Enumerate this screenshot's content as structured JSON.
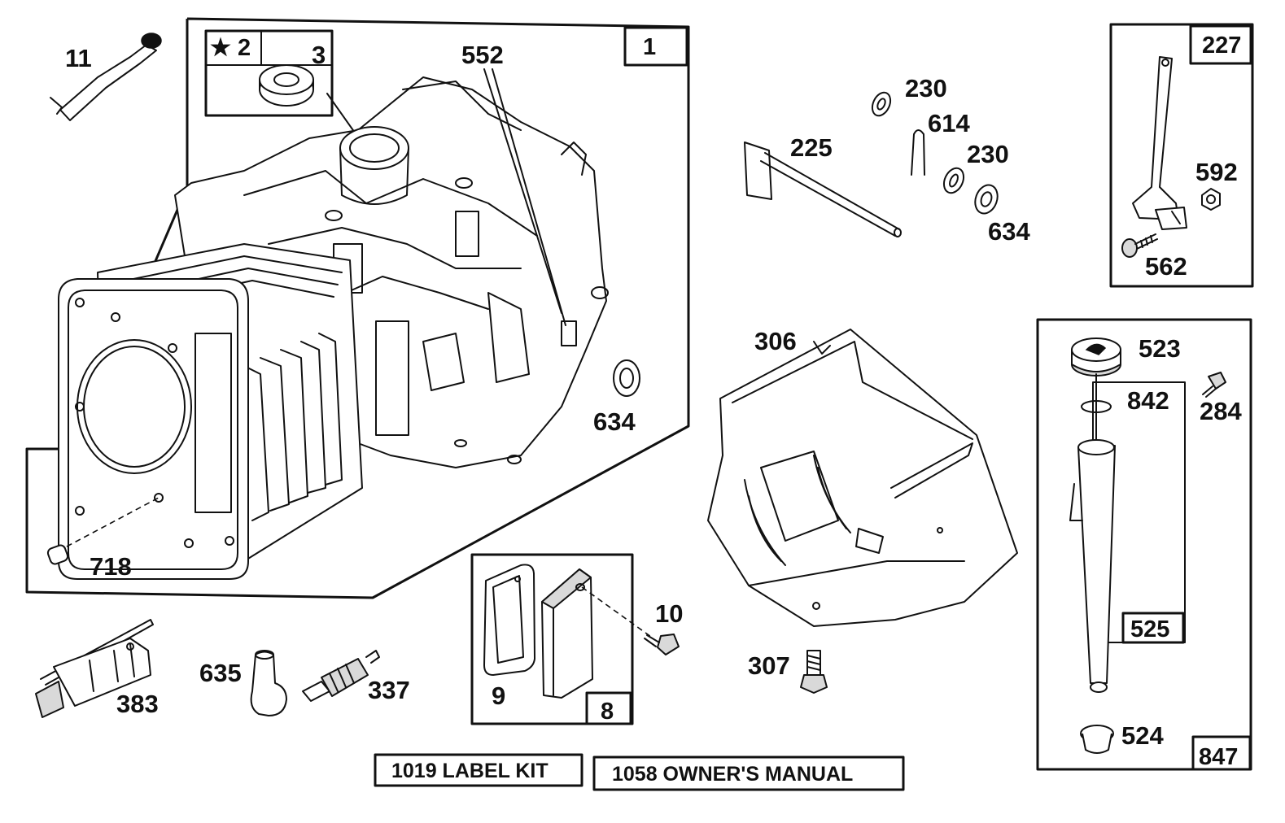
{
  "diagram": {
    "boxes": {
      "engine_block": "1",
      "starred": "2",
      "governor_lever": "227",
      "gasket_set": "8",
      "dipstick_tube": "525",
      "oil_fill_assembly": "847"
    },
    "star_glyph": "★",
    "callouts": {
      "p3": "3",
      "p552": "552",
      "p11": "11",
      "p230a": "230",
      "p614": "614",
      "p225": "225",
      "p230b": "230",
      "p634a": "634",
      "p592": "592",
      "p562": "562",
      "p306": "306",
      "p523": "523",
      "p842": "842",
      "p284": "284",
      "p634b": "634",
      "p718": "718",
      "p10": "10",
      "p9": "9",
      "p307": "307",
      "p635": "635",
      "p337": "337",
      "p383": "383",
      "p524": "524"
    },
    "kits": {
      "label_kit": "1019 LABEL KIT",
      "owners_manual": "1058 OWNER'S MANUAL"
    }
  }
}
